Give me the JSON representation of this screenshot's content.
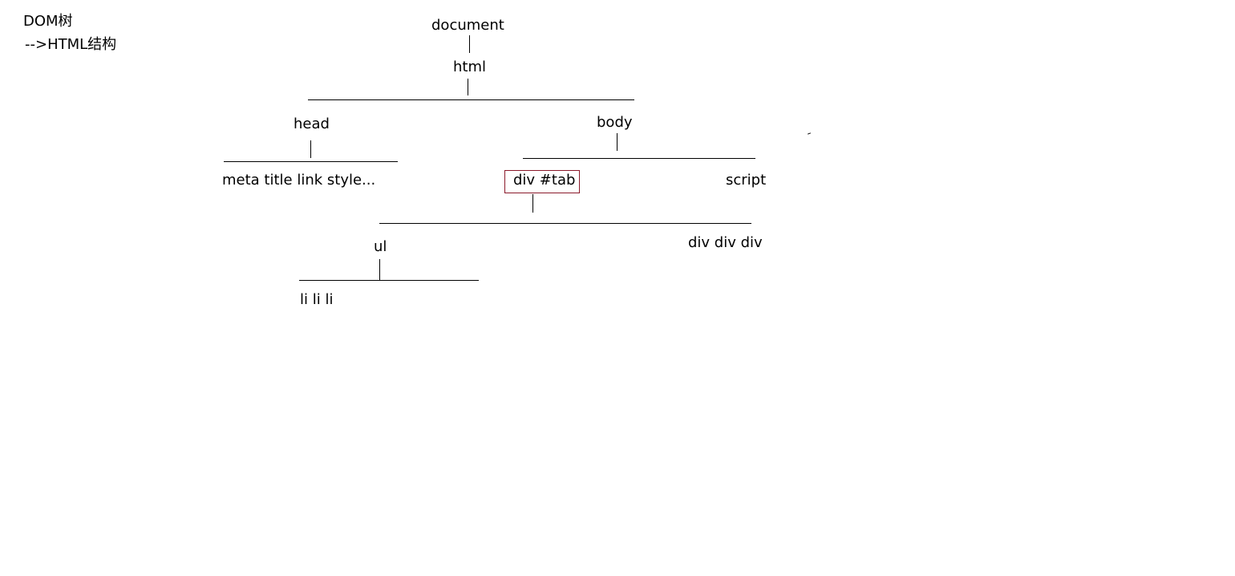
{
  "notes": {
    "title": "DOM树",
    "subtitle": "-->HTML结构"
  },
  "tree": {
    "document": "document",
    "html": "html",
    "head": "head",
    "body": "body",
    "head_children": "meta title link style...",
    "div_tab": "div #tab",
    "script": "script",
    "ul": "ul",
    "divs": "div div div",
    "lis": "li li li"
  },
  "colors": {
    "highlight_border": "#8b1a2b",
    "line": "#000000",
    "background": "#ffffff"
  }
}
